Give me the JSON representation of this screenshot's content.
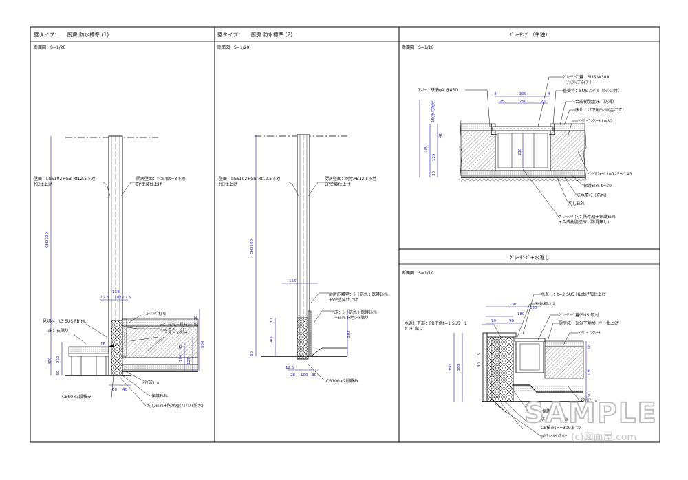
{
  "panels": {
    "p1": {
      "title": "壁タイプ：　　厨房 防水標準 (1)",
      "scale": "断面図　S=1/20"
    },
    "p2": {
      "title": "壁タイプ：　　厨房 防水標準 (2)",
      "scale": "断面図　S=1/20"
    },
    "p3": {
      "title": "ｸﾞﾚｰﾁﾝｸﾞ（単独）",
      "scale": "断面図　S=1/10"
    },
    "p4": {
      "title": "ｸﾞﾚｰﾁﾝｸﾞ+水返し",
      "scale": "断面図　S=1/10"
    }
  },
  "p1_labels": {
    "wall": "壁面：LGS102+GB-Rt12.5下地\nｸﾛｽ仕上げ",
    "kitchen_wall": "厨房壁面：ｹｲｶﾙ板t=8下地\nEP塗装仕上げ",
    "caulk": "ｺｰｷﾝｸﾞ打ち",
    "floor_finish": "床：ﾓﾙﾀﾙ+長尺ｼｰﾄ貼\n巾木立ち上げ",
    "cinder": "ｼﾝﾀﾞｰｺﾝｸﾘｰﾄ",
    "mikiri": "見切材：t3 SUS FB HL",
    "stone": "床：石貼り",
    "styro": "ｽﾀｲﾛﾌｫｰﾑ",
    "cb": "CB60×3段積み",
    "protect": "保護ﾓﾙﾀﾙ",
    "mortar_asphalt": "均しﾓﾙﾀﾙ+防水層(ｱｽﾌｧﾙﾄ防水)"
  },
  "p1_dims": {
    "ch": "CH2500",
    "d12": "12.5",
    "d102": "102",
    "d134": "134",
    "d12b": "12.5",
    "d18": "18",
    "d300": "300",
    "d250": "250",
    "d50": "50",
    "d30": "30",
    "d45": "45",
    "d100": "100",
    "d125": "125",
    "d600": "600",
    "d60": "60",
    "d40": "40"
  },
  "p2_labels": {
    "wall": "壁面：LGS102+GB-Rt12.5下地\nｸﾛｽ仕上げ",
    "kitchen_wall": "厨房壁面：耐水PB12.5下地\nEP塗装仕上げ",
    "inner": "厨房内腰壁：ｼｰﾄ防水+保護ﾓﾙﾀﾙ\n+VP塗装仕上げ",
    "floor": "床：ｼｰﾄ防水+保護ﾓﾙﾀﾙ\n+ﾓﾙﾀﾙ下地ｼｰﾄ貼り",
    "cb": "CB100×2段積み"
  },
  "p2_dims": {
    "ch": "CH2500",
    "d155": "155",
    "d30": "30",
    "d400": "400",
    "d370": "370",
    "d60": "60",
    "d12": "12.5",
    "d28": "28",
    "d100": "100",
    "d30b": "30"
  },
  "p3_labels": {
    "cover": "ｸﾞﾚｰﾁﾝｸﾞ蓋：SUS W300\n（ﾉﾝｽﾘｯﾌﾟﾀｲﾌﾟ）",
    "anchor": "ｱﾝｶｰ：鉄筋φ9 @450",
    "receiver": "蓋受枠：SUS ｱﾝｸﾞﾙ（ｸｯｼｮﾝ付）",
    "resin": "合成樹脂塗床（防滑）",
    "floor_base": "床仕上げ下地ﾓﾙﾀﾙ(金ごて)",
    "cinder": "ｼﾝﾀﾞｰｺﾝｸﾘｰﾄ t=80",
    "styro": "ｽﾀｲﾛﾌｫｰﾑ t=125〜140",
    "protect": "保護ﾓﾙﾀﾙ t=30",
    "waterproof": "防水層(ｼｰﾄ防水)",
    "leveling": "均しﾓﾙﾀﾙ",
    "inside": "ｸﾞﾚｰﾁﾝｸﾞ内：防水層+保護ﾓﾙﾀﾙ\n+合成樹脂塗床（防滑無し）"
  },
  "p3_dims": {
    "w300": "300",
    "w4a": "4",
    "w4b": "4",
    "w25a": "25",
    "w250": "250",
    "w25b": "25",
    "h15": "15(水勾配分)",
    "h40": "40",
    "h300": "300",
    "h125": "125",
    "h30": "30",
    "h218": "218"
  },
  "p4_labels": {
    "return": "水返し：t=2 SUS HL曲げ加仕上げ",
    "mortar": "ﾓﾙﾀﾙ押さえ",
    "cover": "ｸﾞﾚｰﾁﾝｸﾞ蓋(SUS)取付",
    "kitchen_floor": "厨房床：ﾓﾙﾀﾙ下地ｶﾗｰｸﾘｰﾄ仕上げ",
    "cinder": "ｼﾝﾀﾞｰｺﾝｸﾘｰﾄ",
    "bottom": "水返し下部：PB下地t=1 SUS HL\nﾎﾞﾝﾄﾞ貼り",
    "styro": "ｽﾀｲﾛﾌｫｰﾑ",
    "protect": "保護",
    "proof": "防ﾉ",
    "mortar2": "ﾓﾙ",
    "cb": "CB積み(H=300まで)",
    "anchor": "φ13ﾎｰﾙｲﾝｱﾝｶｰ"
  },
  "p4_dims": {
    "d130": "130",
    "d150": "150",
    "d180": "180",
    "d90a": "90",
    "d90b": "90",
    "d350": "350",
    "d300": "300",
    "d9": "9",
    "d30": "30",
    "d130v": "130",
    "d10": "10",
    "d60": "60"
  },
  "watermark": {
    "text": "SAMPLE",
    "credit": "(c)図面屋.com"
  }
}
